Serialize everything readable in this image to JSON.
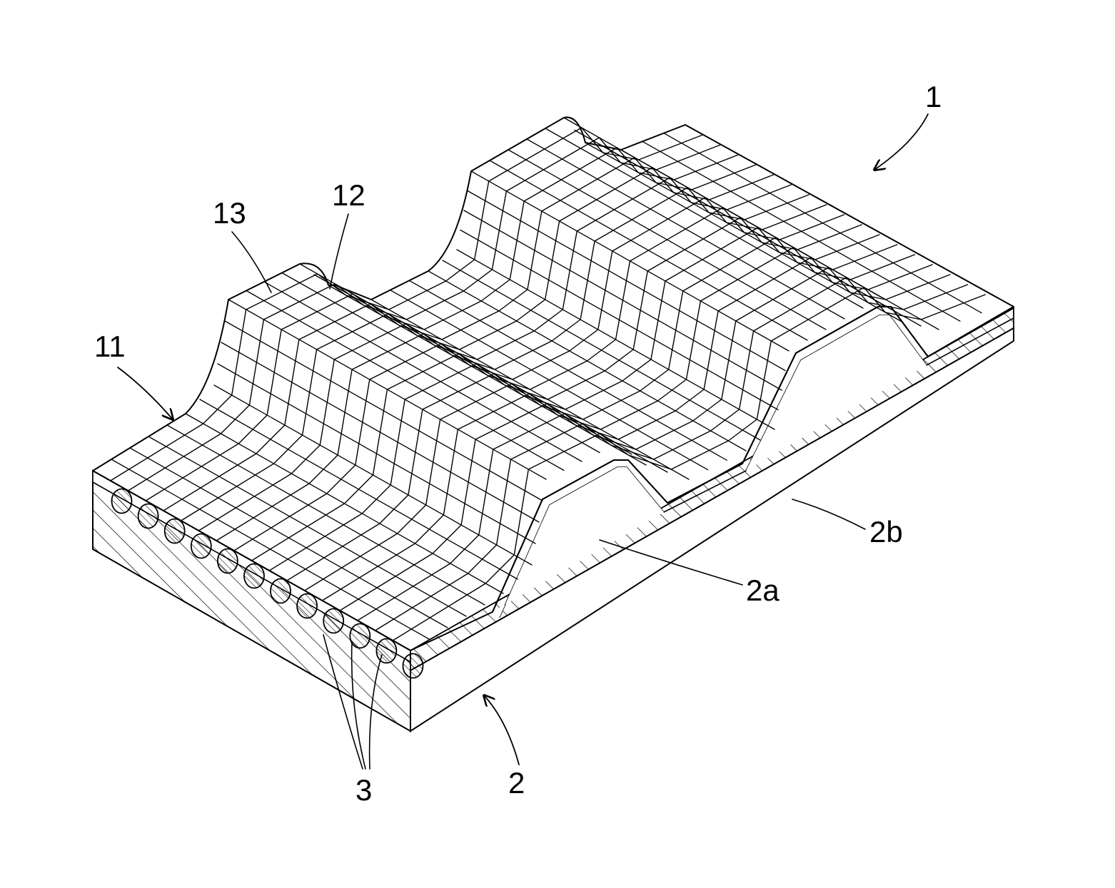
{
  "figure": {
    "stroke_color": "#000000",
    "background": "#ffffff",
    "labels": {
      "belt": "1",
      "cover_fabric": "11",
      "tooth_top": "12",
      "tooth_flank": "13",
      "body": "2",
      "tooth": "2a",
      "back": "2b",
      "cords": "3"
    }
  }
}
